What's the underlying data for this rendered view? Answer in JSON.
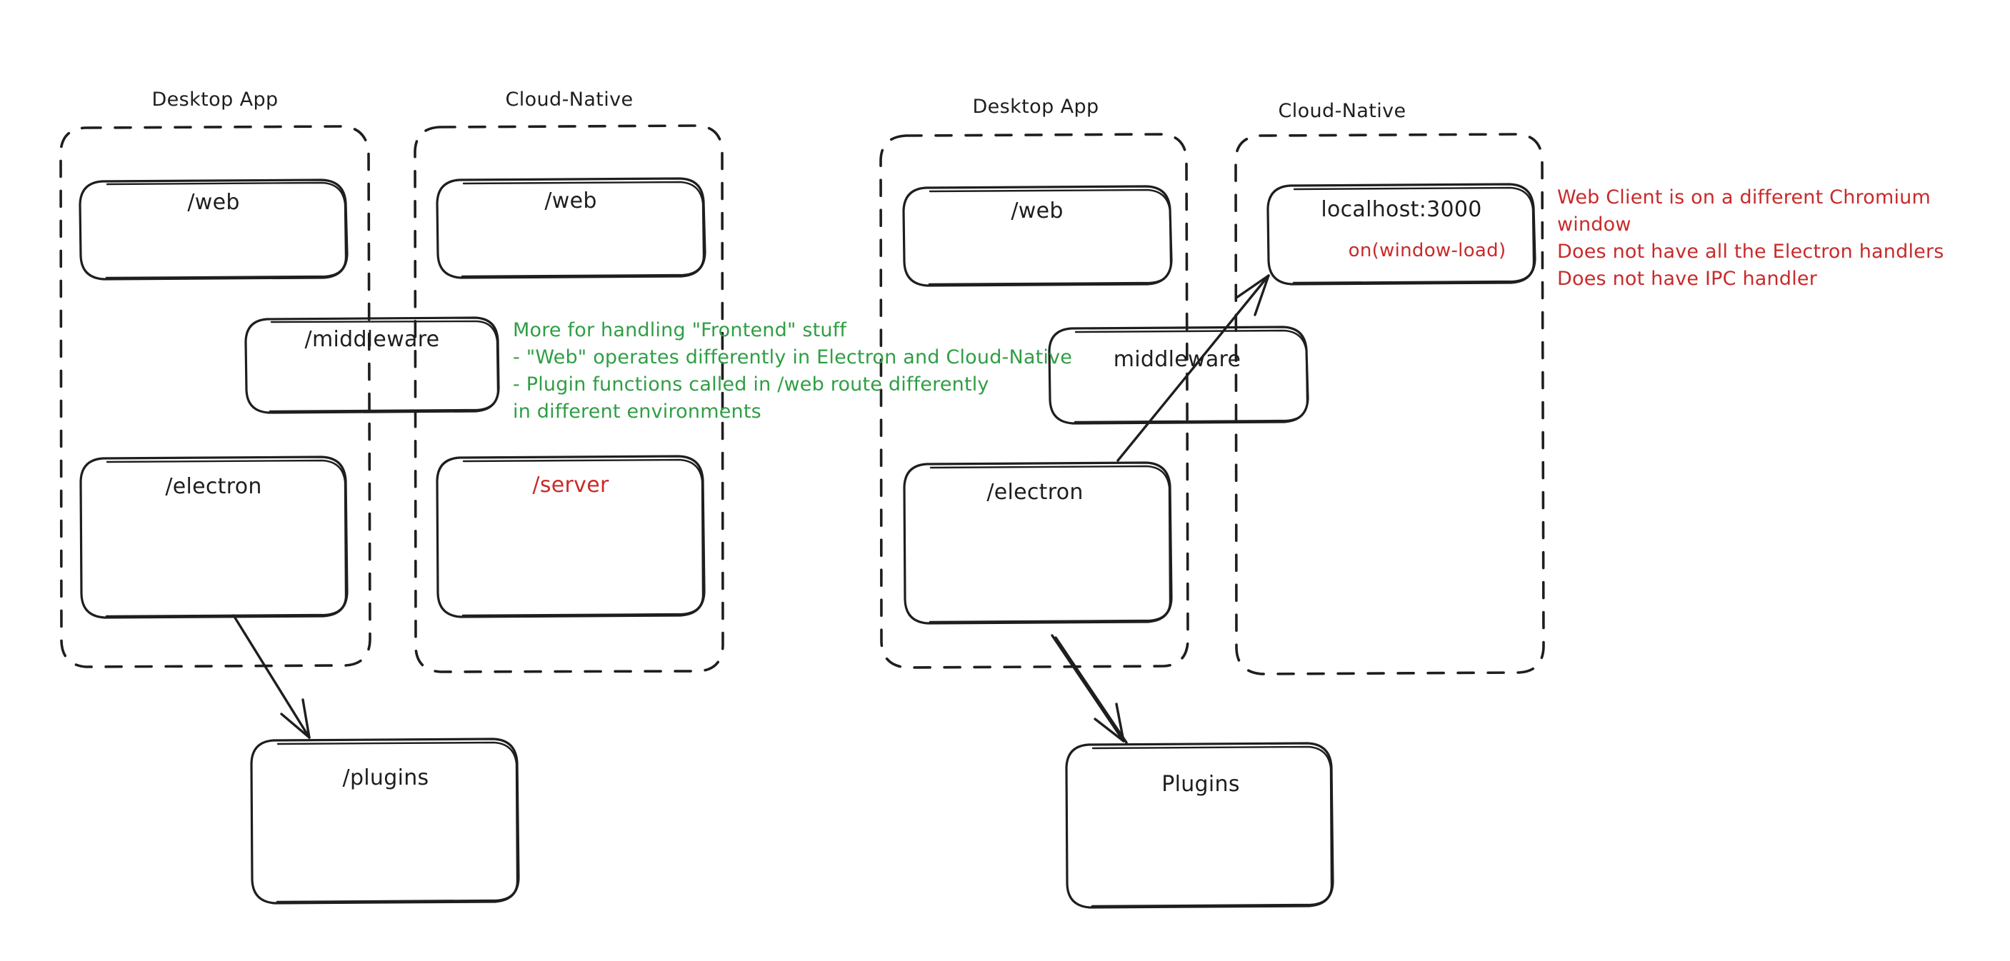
{
  "diagram": {
    "title_left": "Desktop App",
    "title_right": "Cloud-Native",
    "colors": {
      "ink": "#1e1e1e",
      "green": "#2f9e44",
      "red": "#c92a2a",
      "background": "#ffffff"
    }
  },
  "left_diagram": {
    "groups": [
      {
        "label": "Desktop App"
      },
      {
        "label": "Cloud-Native"
      }
    ],
    "nodes": {
      "desktop_web": "/web",
      "cloud_web": "/web",
      "middleware": "/middleware",
      "electron": "/electron",
      "server": "/server",
      "plugins": "/plugins"
    }
  },
  "right_diagram": {
    "groups": [
      {
        "label": "Desktop App"
      },
      {
        "label": "Cloud-Native"
      }
    ],
    "nodes": {
      "desktop_web": "/web",
      "localhost": "localhost:3000",
      "localhost_sub": "on(window-load)",
      "middleware": "middleware",
      "electron": "/electron",
      "plugins": "Plugins"
    }
  },
  "annotations": {
    "green_note": {
      "color": "#2f9e44",
      "lines": [
        "More for handling \"Frontend\" stuff",
        "- \"Web\" operates differently in Electron and Cloud-Native",
        "- Plugin functions called in /web route differently",
        "in different environments"
      ]
    },
    "red_note": {
      "color": "#c92a2a",
      "lines": [
        "Web Client is on a different Chromium window",
        "Does not have all the Electron handlers",
        "Does not have IPC handler"
      ]
    }
  }
}
